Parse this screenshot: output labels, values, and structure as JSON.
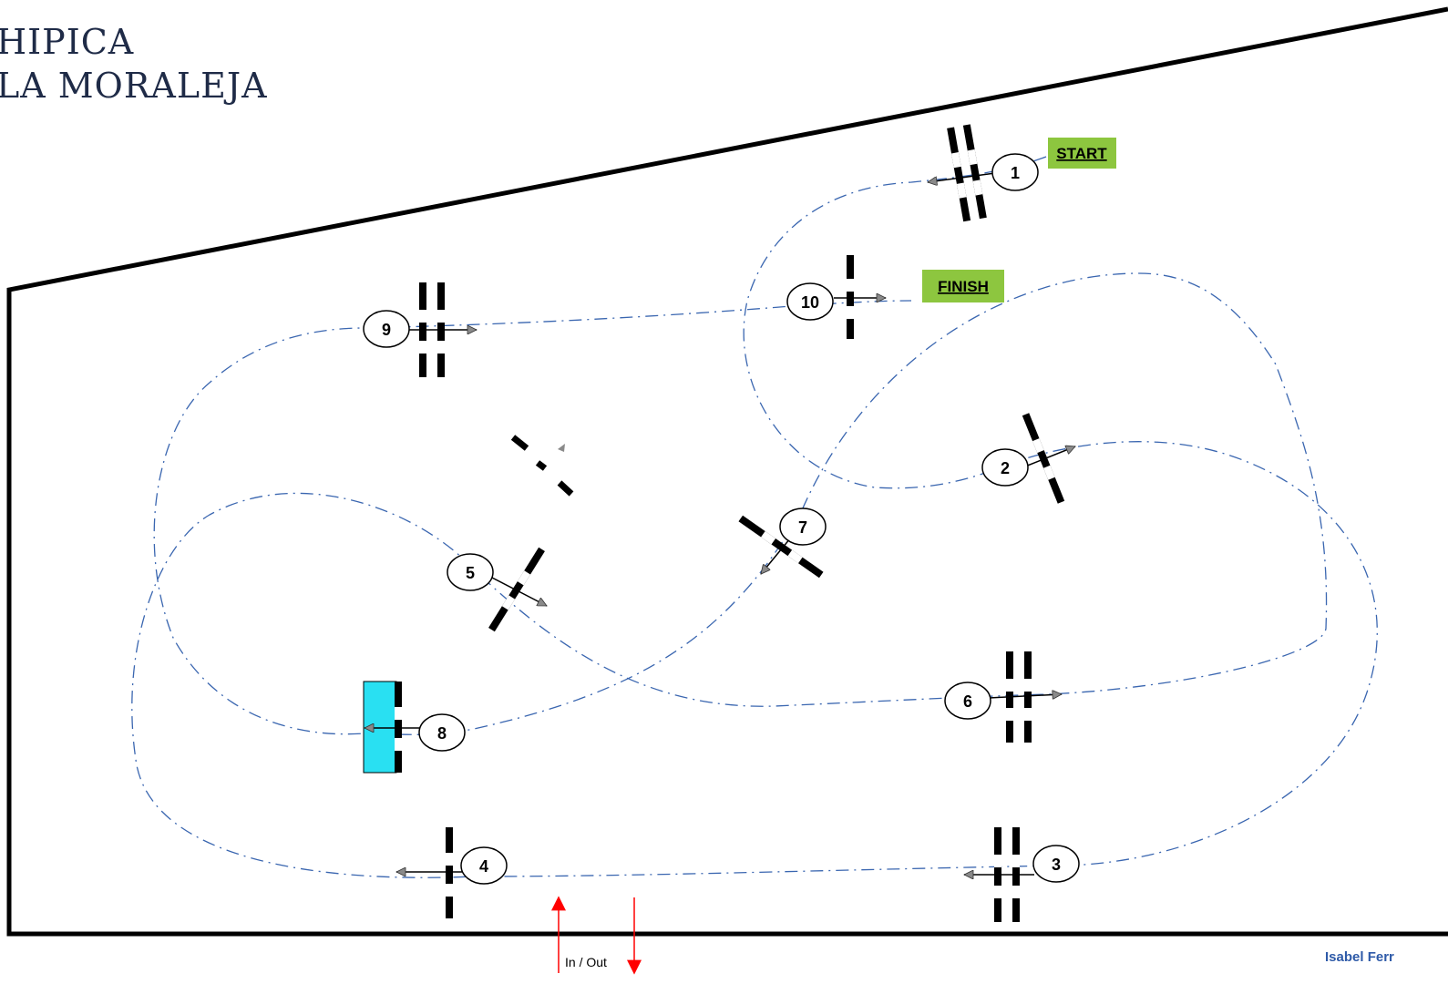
{
  "logo": {
    "line1": "HIPICA",
    "line2": "LA MORALEJA"
  },
  "labels": {
    "start": "START",
    "finish": "FINISH",
    "in_out": "In / Out"
  },
  "fences": [
    "1",
    "2",
    "3",
    "4",
    "5",
    "6",
    "7",
    "8",
    "9",
    "10"
  ],
  "author": "Isabel Ferr",
  "colors": {
    "route": "#3a66b0",
    "label_bg": "#8dc63f",
    "water": "#29e0f2",
    "gate_arrow": "#ff0000"
  }
}
